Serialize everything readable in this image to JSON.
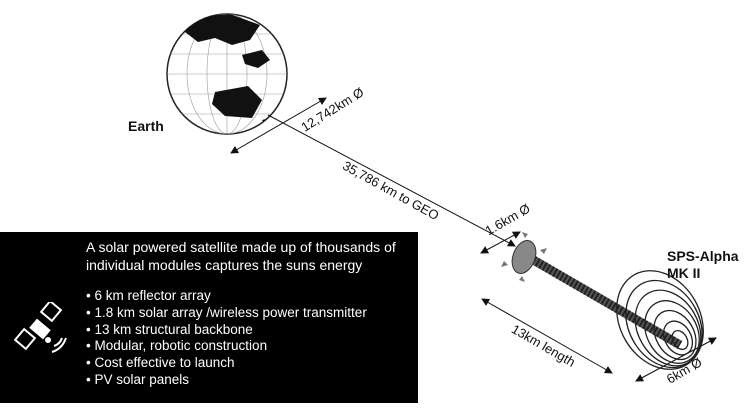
{
  "labels": {
    "earth": "Earth",
    "earth_diameter": "12,742km Ø",
    "distance": "35,786 km to GEO",
    "transmitter_diameter": "1.6km Ø",
    "backbone_length": "13km length",
    "reflector_diameter": "6km Ø",
    "satellite_name_line1": "SPS-Alpha",
    "satellite_name_line2": "MK II"
  },
  "info": {
    "heading": "A solar powered satellite made up of thousands of individual modules captures the suns energy",
    "bullets": [
      "6 km reflector array",
      "1.8 km solar array /wireless power transmitter",
      "13 km structural backbone",
      "Modular, robotic construction",
      "Cost effective to launch",
      "PV solar panels"
    ],
    "icon": "satellite-icon"
  }
}
